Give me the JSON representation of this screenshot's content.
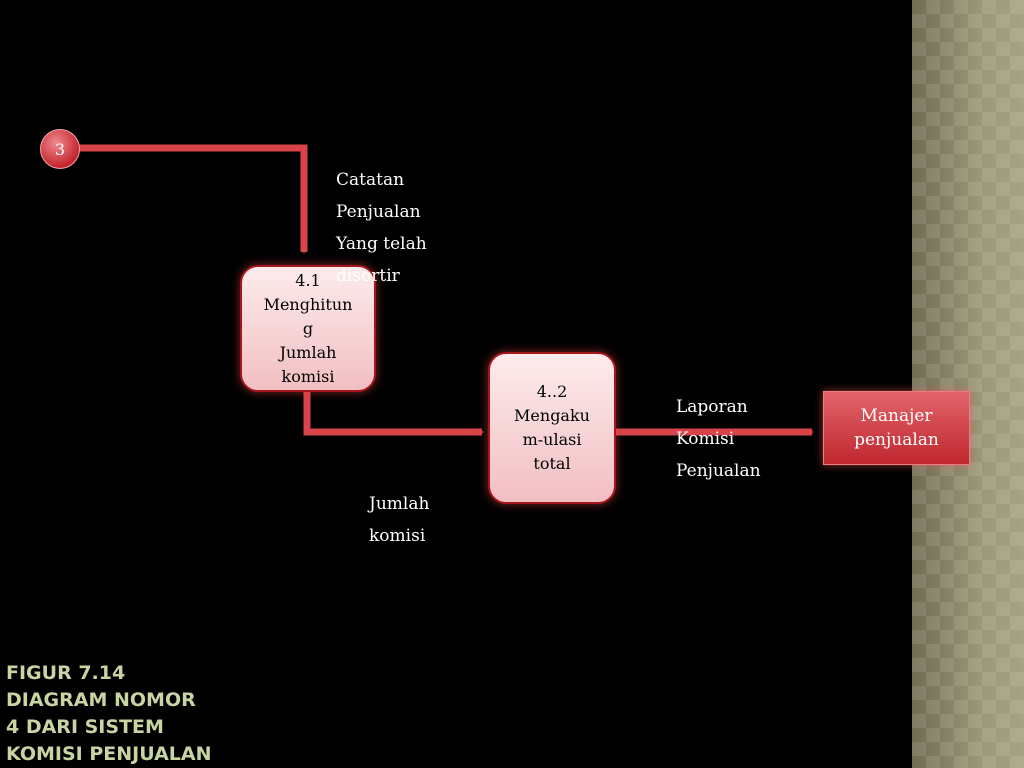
{
  "diagram": {
    "connector": {
      "label": "3"
    },
    "process_1": {
      "lines": [
        "4.1",
        "Menghitun",
        "g",
        "Jumlah",
        "komisi"
      ]
    },
    "process_2": {
      "lines": [
        "4..2",
        "Mengaku",
        "m-ulasi",
        "total"
      ]
    },
    "entity": {
      "lines": [
        "Manajer",
        "penjualan"
      ]
    },
    "flow_label_catatan": {
      "lines": [
        "Catatan",
        "Penjualan",
        "Yang telah",
        "disortir"
      ]
    },
    "flow_label_laporan": {
      "lines": [
        "Laporan",
        "Komisi",
        "Penjualan"
      ]
    },
    "flow_label_jumlah": {
      "lines": [
        "Jumlah",
        "komisi"
      ]
    }
  },
  "caption": {
    "lines": [
      "FIGUR 7.14",
      "DIAGRAM NOMOR",
      "4 DARI SISTEM",
      "KOMISI PENJUALAN"
    ]
  },
  "colors": {
    "background": "#000000",
    "arrow": "#d9434a",
    "process_fill": "#f6d3d5",
    "entity_fill": "#d2444b",
    "caption": "#c9d4a3"
  }
}
